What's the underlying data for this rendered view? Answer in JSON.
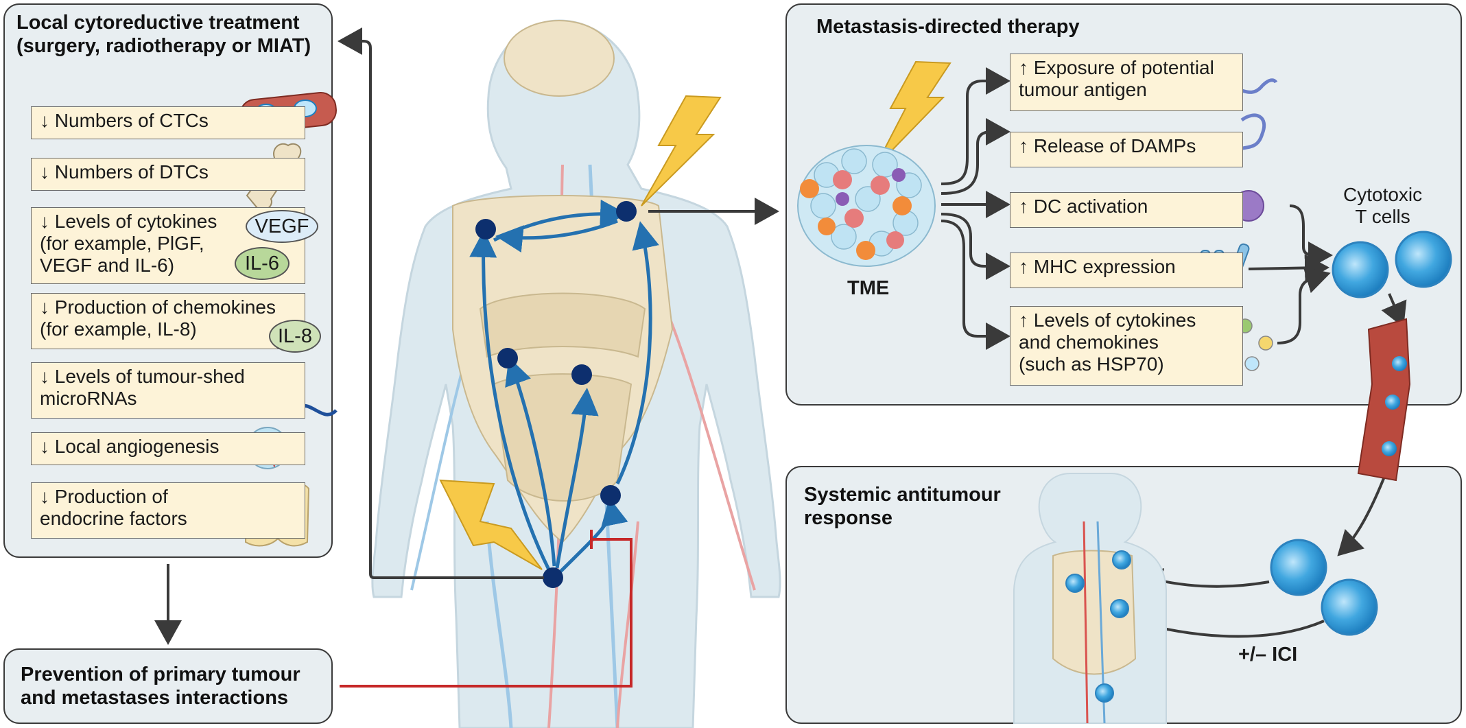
{
  "left_panel": {
    "title": "Local cytoreductive treatment\n(surgery, radiotherapy or MIAT)",
    "items": [
      {
        "text": "↓ Numbers of CTCs"
      },
      {
        "text": "↓ Numbers of DTCs"
      },
      {
        "text": "↓ Levels of cytokines\n   (for example, PlGF,\n   VEGF and IL-6)"
      },
      {
        "text": "↓ Production of chemokines\n   (for example, IL-8)"
      },
      {
        "text": "↓ Levels of tumour-shed\n   microRNAs"
      },
      {
        "text": "↓ Local angiogenesis"
      },
      {
        "text": "↓ Production of\n   endocrine factors"
      }
    ],
    "bubbles": {
      "vegf": "VEGF",
      "il6": "IL-6",
      "il8": "IL-8"
    }
  },
  "prevention_box": {
    "text": "Prevention of primary tumour\nand metastases interactions"
  },
  "mdt_panel": {
    "title": "Metastasis-directed therapy",
    "tme_label": "TME",
    "items": [
      {
        "text": "↑ Exposure of potential\n   tumour antigen"
      },
      {
        "text": "↑ Release  of DAMPs"
      },
      {
        "text": "↑ DC activation"
      },
      {
        "text": "↑ MHC expression"
      },
      {
        "text": "↑ Levels of cytokines\n   and chemokines\n   (such as HSP70)"
      }
    ],
    "cytotoxic_label": "Cytotoxic\nT cells"
  },
  "systemic_panel": {
    "title": "Systemic antitumour\nresponse",
    "ici_label": "+/– ICI"
  },
  "colors": {
    "panel_fill": "#e8eef1",
    "item_fill": "#fdf3d8",
    "body_fill": "#dce9ef",
    "organ_fill": "#efe3c7",
    "node_blue": "#0d2f6e",
    "arrow_blue": "#2471b0",
    "red_line": "#c62828",
    "lightning": "#f7c948"
  }
}
